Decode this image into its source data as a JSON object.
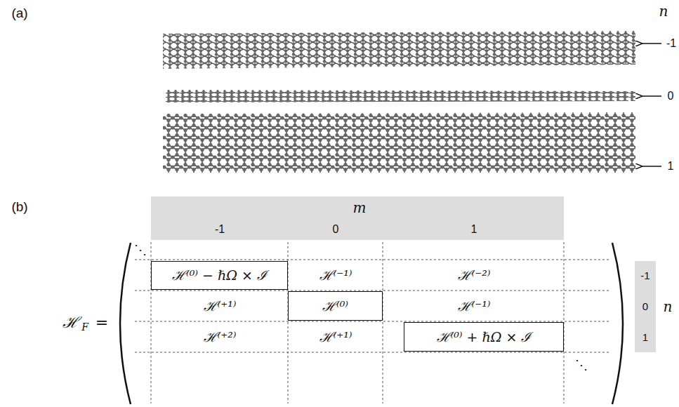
{
  "diagram": {
    "nodes": [
      {
        "text": [
          "ℋ⁽⁰⁾ − ℏΩ × ℐ"
        ]
      },
      {
        "text": [
          "ℋ⁽⁰⁾"
        ]
      },
      {
        "text": [
          "ℋ⁽⁰⁾ + ℏΩ × ℐ"
        ]
      }
    ],
    "labels": [
      "(a)",
      "n",
      "-1",
      "0",
      "1",
      "(b)",
      "m",
      "-1",
      "0",
      "1",
      "ℋ",
      "F",
      "=",
      "⋱",
      "ℋ⁽⁻¹⁾",
      "ℋ⁽⁻²⁾",
      "ℋ⁽⁺¹⁾",
      "ℋ⁽⁻¹⁾",
      "ℋ⁽⁺²⁾",
      "ℋ⁽⁺¹⁾",
      "⋱",
      "-1",
      "0",
      "1",
      "n"
    ]
  }
}
